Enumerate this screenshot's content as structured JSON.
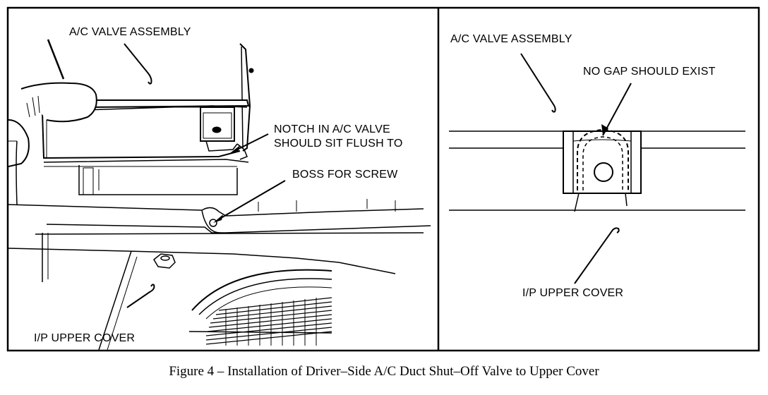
{
  "left_panel": {
    "labels": {
      "ac_valve_assembly": "A/C VALVE ASSEMBLY",
      "notch_line1": "NOTCH IN A/C VALVE",
      "notch_line2": "SHOULD SIT FLUSH TO",
      "boss_for_screw": "BOSS FOR SCREW",
      "ip_upper_cover": "I/P UPPER COVER"
    }
  },
  "right_panel": {
    "labels": {
      "ac_valve_assembly": "A/C VALVE ASSEMBLY",
      "no_gap": "NO GAP SHOULD EXIST",
      "ip_upper_cover": "I/P UPPER COVER"
    }
  },
  "caption": "Figure 4 – Installation of Driver–Side A/C Duct Shut–Off Valve to Upper Cover"
}
